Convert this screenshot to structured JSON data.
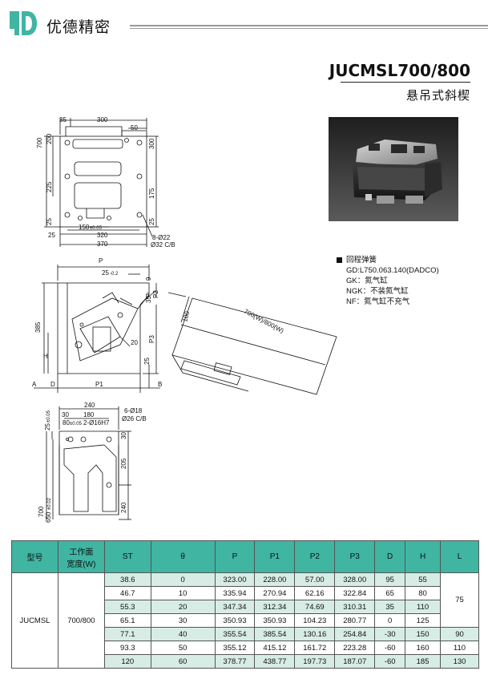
{
  "brand": {
    "name": "优德精密",
    "logo_text": "JD"
  },
  "product": {
    "model": "JUCMSL700/800",
    "subtitle": "悬吊式斜楔"
  },
  "drawing_top": {
    "d_35": "35",
    "d_300": "300",
    "d_50": "50",
    "d_700": "700",
    "d_200": "200",
    "d_300r": "300",
    "d_225": "225",
    "d_175": "175",
    "d_25a": "25",
    "d_25b": "25",
    "d_150": "150",
    "d_150_tol": "±0.05",
    "d_25c": "25",
    "d_320": "320",
    "d_370": "370",
    "holes": "8-Ø22",
    "cbore": "Ø32 C/B"
  },
  "drawing_side": {
    "P": "P",
    "d_25": "25",
    "d_25_tol": "-0.2",
    "d_9": "9",
    "d_385": "385",
    "d_35": "35",
    "P2": "P2",
    "P3": "P3",
    "d_20": "20",
    "H": "H",
    "d_25b": "25",
    "A": "A",
    "D": "D",
    "P1": "P1",
    "B": "B",
    "d_180": "180",
    "width_label": "700(W)/800(W)",
    "theta": "θ"
  },
  "drawing_bottom": {
    "d_240": "240",
    "d_30": "30",
    "d_180": "180",
    "d_80": "80",
    "d_80_tol": "±0.05",
    "pins": "2-Ø16H7",
    "holes": "6-Ø18",
    "cbore": "Ø26 C/B",
    "d_25": "25",
    "d_25_tol": "±0.05",
    "d_30r": "30",
    "d_205": "205",
    "d_700": "700",
    "d_650": "650",
    "d_650_tol": "±0.02",
    "d_240v": "240"
  },
  "legend": {
    "title": "回程弹簧",
    "items": [
      "GD:L750.063.140(DADCO)",
      "GK：氮气缸",
      "NGK：不装氮气缸",
      "NF：氮气缸不充气"
    ]
  },
  "table": {
    "headers": {
      "model": "型号",
      "width_l1": "工作面",
      "width_l2": "宽度(W)",
      "st": "ST",
      "theta": "θ",
      "p": "P",
      "p1": "P1",
      "p2": "P2",
      "p3": "P3",
      "d": "D",
      "h": "H",
      "l": "L"
    },
    "model": "JUCMSL",
    "width": "700/800",
    "rows": [
      {
        "st": "38.6",
        "theta": "0",
        "p": "323.00",
        "p1": "228.00",
        "p2": "57.00",
        "p3": "328.00",
        "d": "95",
        "h": "55"
      },
      {
        "st": "46.7",
        "theta": "10",
        "p": "335.94",
        "p1": "270.94",
        "p2": "62.16",
        "p3": "322.84",
        "d": "65",
        "h": "80"
      },
      {
        "st": "55.3",
        "theta": "20",
        "p": "347.34",
        "p1": "312.34",
        "p2": "74.69",
        "p3": "310.31",
        "d": "35",
        "h": "110"
      },
      {
        "st": "65.1",
        "theta": "30",
        "p": "350.93",
        "p1": "350.93",
        "p2": "104.23",
        "p3": "280.77",
        "d": "0",
        "h": "125"
      },
      {
        "st": "77.1",
        "theta": "40",
        "p": "355.54",
        "p1": "385.54",
        "p2": "130.16",
        "p3": "254.84",
        "d": "-30",
        "h": "150",
        "l": "90"
      },
      {
        "st": "93.3",
        "theta": "50",
        "p": "355.12",
        "p1": "415.12",
        "p2": "161.72",
        "p3": "223.28",
        "d": "-60",
        "h": "160",
        "l": "110"
      },
      {
        "st": "120",
        "theta": "60",
        "p": "378.77",
        "p1": "438.77",
        "p2": "197.73",
        "p3": "187.07",
        "d": "-60",
        "h": "185",
        "l": "130"
      }
    ],
    "l_merged": "75"
  }
}
